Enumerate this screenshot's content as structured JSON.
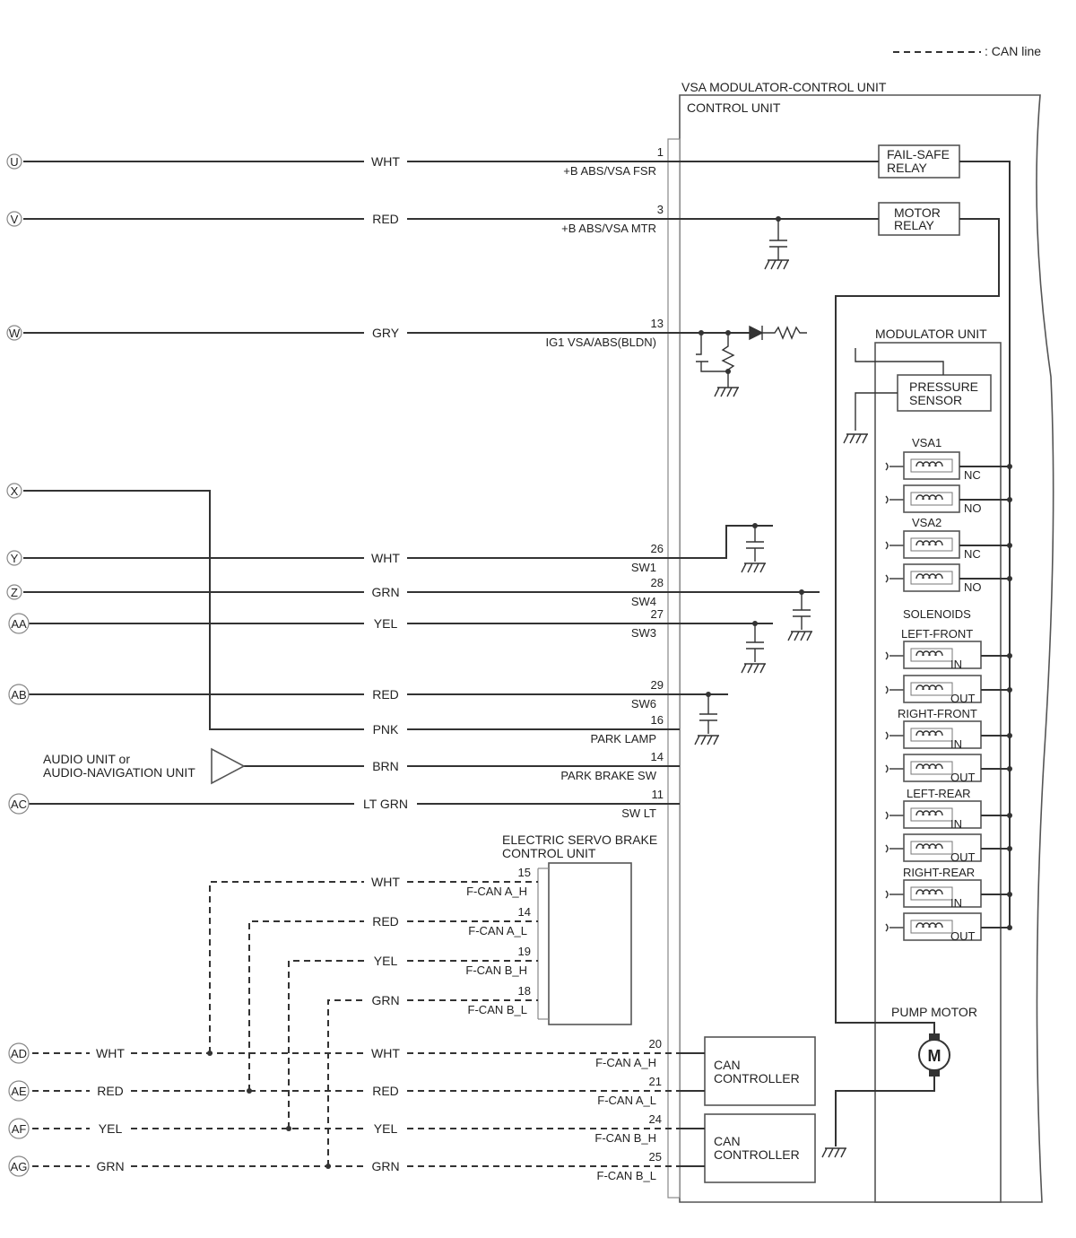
{
  "legend": {
    "text": ": CAN line"
  },
  "unit": {
    "title": "VSA MODULATOR-CONTROL UNIT",
    "control_unit": "CONTROL UNIT",
    "fail_safe_relay": [
      "FAIL-SAFE",
      "RELAY"
    ],
    "motor_relay": [
      "MOTOR",
      "RELAY"
    ],
    "modulator_unit": "MODULATOR UNIT",
    "pressure_sensor": [
      "PRESSURE",
      "SENSOR"
    ],
    "vsa1": "VSA1",
    "vsa2": "VSA2",
    "nc": "NC",
    "no": "NO",
    "solenoids": "SOLENOIDS",
    "left_front": "LEFT-FRONT",
    "right_front": "RIGHT-FRONT",
    "left_rear": "LEFT-REAR",
    "right_rear": "RIGHT-REAR",
    "in": "IN",
    "out": "OUT",
    "pump_motor": "PUMP MOTOR",
    "motor_symbol": "M",
    "can_controller": [
      "CAN",
      "CONTROLLER"
    ]
  },
  "audio_unit": [
    "AUDIO UNIT or",
    "AUDIO-NAVIGATION UNIT"
  ],
  "esb_unit": [
    "ELECTRIC SERVO BRAKE",
    "CONTROL UNIT"
  ],
  "connectors": {
    "U": "U",
    "V": "V",
    "W": "W",
    "X": "X",
    "Y": "Y",
    "Z": "Z",
    "AA": "AA",
    "AB": "AB",
    "AC": "AC",
    "AD": "AD",
    "AE": "AE",
    "AF": "AF",
    "AG": "AG"
  },
  "wires": {
    "u": {
      "color": "WHT",
      "pin": "1",
      "signal": "+B ABS/VSA FSR"
    },
    "v": {
      "color": "RED",
      "pin": "3",
      "signal": "+B ABS/VSA MTR"
    },
    "w": {
      "color": "GRY",
      "pin": "13",
      "signal": "IG1 VSA/ABS(BLDN)"
    },
    "y": {
      "color": "WHT",
      "pin": "26",
      "signal": "SW1"
    },
    "z": {
      "color": "GRN",
      "pin": "28",
      "signal": "SW4"
    },
    "aa": {
      "color": "YEL",
      "pin": "27",
      "signal": "SW3"
    },
    "ab": {
      "color": "RED",
      "pin": "29",
      "signal": "SW6"
    },
    "pnk": {
      "color": "PNK",
      "pin": "16",
      "signal": "PARK LAMP"
    },
    "brn": {
      "color": "BRN",
      "pin": "14",
      "signal": "PARK BRAKE SW"
    },
    "ac": {
      "color": "LT GRN",
      "pin": "11",
      "signal": "SW LT"
    },
    "esb1": {
      "color": "WHT",
      "pin": "15",
      "signal": "F-CAN A_H"
    },
    "esb2": {
      "color": "RED",
      "pin": "14",
      "signal": "F-CAN A_L"
    },
    "esb3": {
      "color": "YEL",
      "pin": "19",
      "signal": "F-CAN B_H"
    },
    "esb4": {
      "color": "GRN",
      "pin": "18",
      "signal": "F-CAN B_L"
    },
    "ad": {
      "color_left": "WHT",
      "color_right": "WHT",
      "pin": "20",
      "signal": "F-CAN A_H"
    },
    "ae": {
      "color_left": "RED",
      "color_right": "RED",
      "pin": "21",
      "signal": "F-CAN A_L"
    },
    "af": {
      "color_left": "YEL",
      "color_right": "YEL",
      "pin": "24",
      "signal": "F-CAN B_H"
    },
    "ag": {
      "color_left": "GRN",
      "color_right": "GRN",
      "pin": "25",
      "signal": "F-CAN B_L"
    }
  }
}
